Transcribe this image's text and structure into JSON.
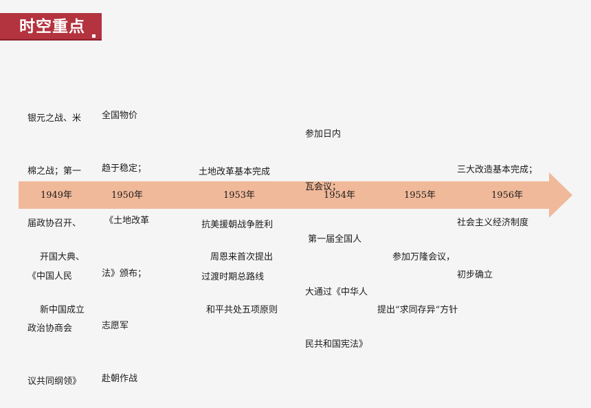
{
  "title": "时空重点",
  "years": [
    "1949年",
    "1950年",
    "1953年",
    "1954年",
    "1955年",
    "1956年"
  ],
  "events_above": [
    {
      "id": "1949",
      "lines": [
        "银元之战、米",
        "棉之战；第一",
        "届政协召开、",
        "《中国人民",
        "政治协商会",
        "议共同纲领》"
      ]
    },
    {
      "id": "1950",
      "lines": [
        "全国物价",
        "趋于稳定；",
        " 《土地改革",
        "法》颁布；",
        "志愿军",
        "赴朝作战"
      ]
    },
    {
      "id": "1953",
      "lines": [
        "土地改革基本完成",
        " 抗美援朝战争胜利",
        " 过渡时期总路线"
      ]
    },
    {
      "id": "1954",
      "lines": [
        "参加日内",
        "瓦会议；",
        " 第一届全国人",
        "大通过《中华人",
        "民共和国宪法》"
      ]
    },
    {
      "id": "1956",
      "lines": [
        "三大改造基本完成；",
        "社会主义经济制度",
        "初步确立"
      ]
    }
  ],
  "events_below": [
    {
      "id": "1949",
      "lines": [
        "开国大典、",
        "新中国成立"
      ]
    },
    {
      "id": "1953",
      "lines": [
        "周恩来首次提出",
        "和平共处五项原则"
      ]
    },
    {
      "id": "1955",
      "lines": [
        "参加万隆会议，",
        "提出“求同存异”方针"
      ]
    }
  ],
  "colors": {
    "title_bg": "#b3333e",
    "arrow": "#f0b99a",
    "background": "#f5f5f5"
  }
}
